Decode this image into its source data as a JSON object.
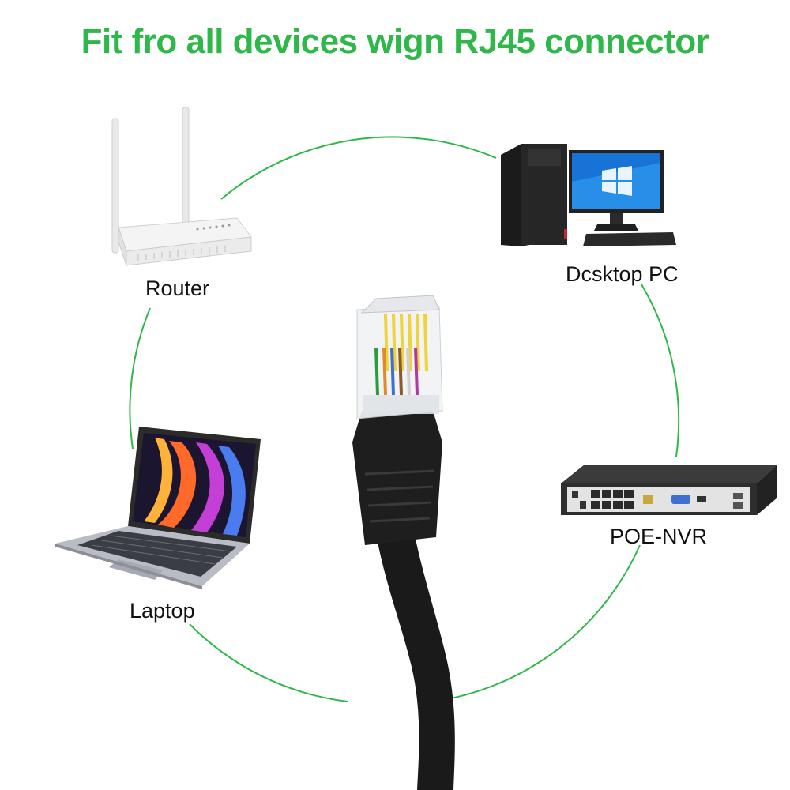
{
  "header": {
    "title": "Fit fro all devices wign RJ45 connector"
  },
  "theme": {
    "accent": "#2fb84a",
    "text": "#111111",
    "background": "#ffffff"
  },
  "devices": [
    {
      "id": "router",
      "label": "Router",
      "icon": "router-icon"
    },
    {
      "id": "desktop",
      "label": "Dcsktop PC",
      "icon": "desktop-pc-icon"
    },
    {
      "id": "laptop",
      "label": "Laptop",
      "icon": "laptop-icon"
    },
    {
      "id": "nvr",
      "label": "POE-NVR",
      "icon": "poe-nvr-icon"
    }
  ],
  "center_item": {
    "icon": "rj45-cable-icon"
  }
}
